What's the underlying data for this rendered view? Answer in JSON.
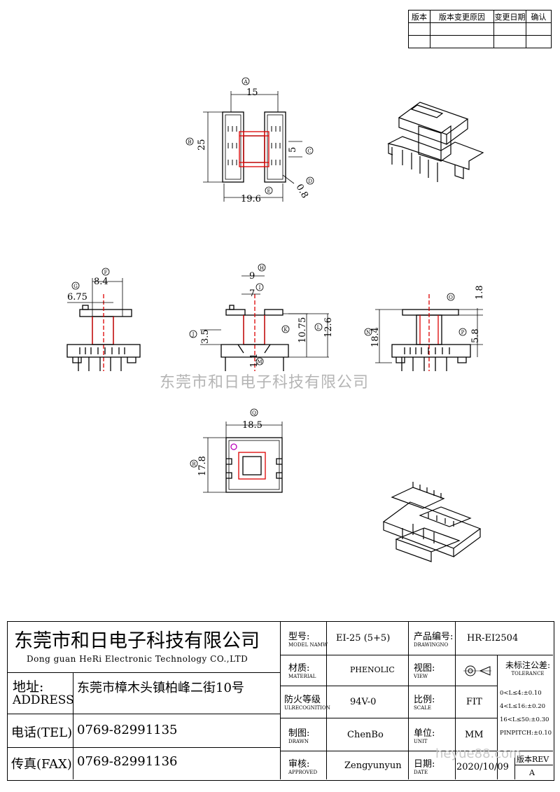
{
  "revision_table": {
    "headers": [
      "版本",
      "版本变更原因",
      "变更日期",
      "确认"
    ]
  },
  "dimensions": {
    "top": {
      "width": "15",
      "height": "25",
      "slot": "5",
      "bottom": "19.6",
      "pin": "0.8"
    },
    "front": {
      "d1": "8.4",
      "d2": "6.75"
    },
    "side": {
      "d1": "9",
      "d2": "7",
      "d3": "3.5",
      "d4": "10.75",
      "d5": "12.6",
      "d6": "1.1"
    },
    "right": {
      "d1": "1.8",
      "d2": "18.4",
      "d3": "5.8"
    },
    "bottom": {
      "w": "18.5",
      "h": "17.8"
    }
  },
  "balloons": {
    "a": "A",
    "b": "B",
    "c": "C",
    "d": "D",
    "e": "E",
    "f": "F",
    "g": "G",
    "h": "H",
    "i": "I",
    "j": "J",
    "k": "K",
    "l": "L",
    "m": "M",
    "n": "N",
    "o": "O",
    "p": "P",
    "q": "Q",
    "r": "R"
  },
  "watermark": "东莞市和日电子科技有限公司",
  "watermark2": "heyue88.com",
  "title_block": {
    "company_cn": "东莞市和日电子科技有限公司",
    "company_en": "Dong guan HeRi Electronic Technology CO.,LTD",
    "address_label_cn": "地址:",
    "address_label_en": "ADDRESS",
    "address": "东莞市樟木头镇柏峰二街10号",
    "tel_label": "电话(TEL)",
    "tel": "0769-82991135",
    "fax_label": "传真(FAX)",
    "fax": "0769-82991136",
    "model_label_cn": "型号:",
    "model_label_en": "MODEL NAMW",
    "model": "EI-25 (5+5)",
    "drawingno_label_cn": "产品编号:",
    "drawingno_label_en": "DRAWINGNO",
    "drawingno": "HR-EI2504",
    "material_label_cn": "材质:",
    "material_label_en": "MATERIAL",
    "material": "PHENOLIC",
    "view_label_cn": "视图:",
    "view_label_en": "VIEW",
    "tolerance_label_cn": "未标注公差:",
    "tolerance_label_en": "TOLERANCE",
    "tolerances": [
      "0<L≤4:±0.10",
      "4<L≤16:±0.20",
      "16<L≤50:±0.30",
      "PINPITCH:±0.10"
    ],
    "fire_label_cn": "防火等级",
    "fire_label_en": "ULRECOGNITION",
    "fire": "94V-0",
    "scale_label_cn": "比例:",
    "scale_label_en": "SCALE",
    "scale": "FIT",
    "drawn_label_cn": "制图:",
    "drawn_label_en": "DRAWN",
    "drawn": "ChenBo",
    "unit_label_cn": "单位:",
    "unit_label_en": "UNIT",
    "unit": "MM",
    "approved_label_cn": "审核:",
    "approved_label_en": "APPROVED",
    "approved": "Zengyunyun",
    "date_label_cn": "日期:",
    "date_label_en": "DATE",
    "date": "2020/10/09",
    "rev_label": "版本REV",
    "rev": "A"
  }
}
